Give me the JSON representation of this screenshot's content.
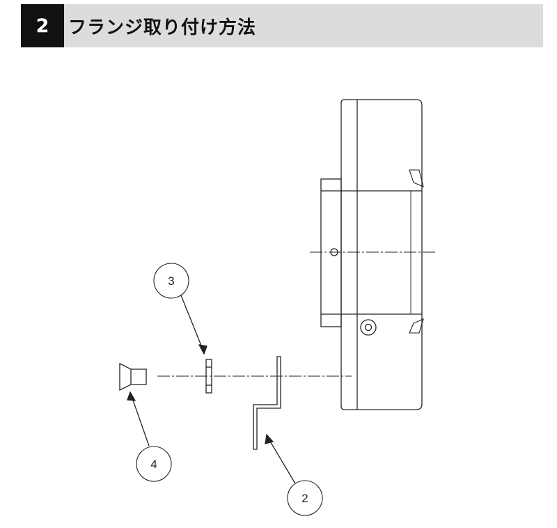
{
  "section": {
    "number": "2",
    "title": "フランジ取り付け方法"
  },
  "callouts": [
    {
      "id": "callout-3",
      "label": "3"
    },
    {
      "id": "callout-4",
      "label": "4"
    },
    {
      "id": "callout-2",
      "label": "2"
    }
  ],
  "colors": {
    "header_bg": "#dcdcdc",
    "number_box": "#111111",
    "line": "#222222"
  }
}
